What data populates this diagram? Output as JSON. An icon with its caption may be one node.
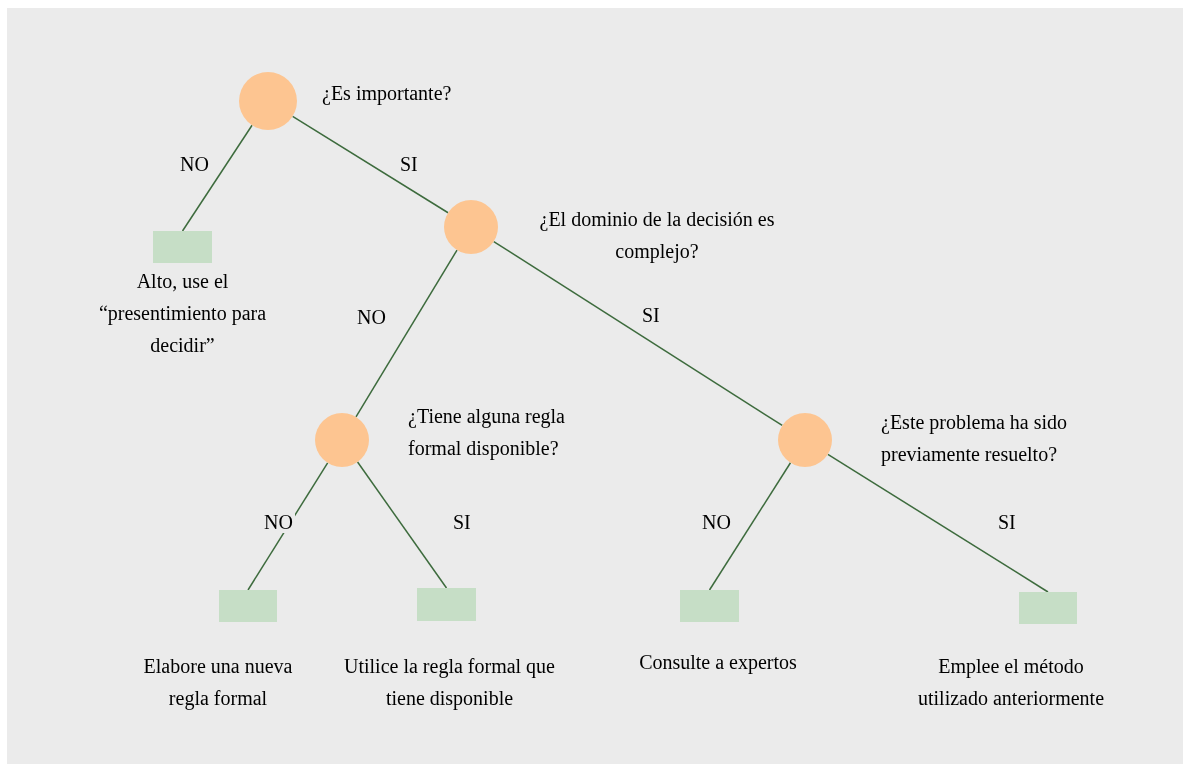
{
  "diagram": {
    "nodes": [
      {
        "text": [
          "¿Es importante?"
        ]
      },
      {
        "text": [
          "Alto, use el “presentimiento para decidir”"
        ]
      },
      {
        "text": [
          "¿El dominio de la decisión es complejo?"
        ]
      },
      {
        "text": [
          "¿Tiene alguna regla formal disponible?"
        ]
      },
      {
        "text": [
          "¿Este problema ha sido previamente resuelto?"
        ]
      },
      {
        "text": [
          "Elabore una nueva regla formal"
        ]
      },
      {
        "text": [
          "Utilice la regla formal que tiene disponible"
        ]
      },
      {
        "text": [
          "Consulte a expertos"
        ]
      },
      {
        "text": [
          "Emplee el método utilizado anteriormente"
        ]
      }
    ],
    "edges": [
      {
        "from": 0,
        "to": 1,
        "arrow": "none",
        "label": "NO"
      },
      {
        "from": 0,
        "to": 2,
        "arrow": "none",
        "label": "SI"
      },
      {
        "from": 2,
        "to": 3,
        "arrow": "none",
        "label": "NO"
      },
      {
        "from": 2,
        "to": 4,
        "arrow": "none",
        "label": "SI"
      },
      {
        "from": 3,
        "to": 5,
        "arrow": "none",
        "label": "NO"
      },
      {
        "from": 3,
        "to": 6,
        "arrow": "none",
        "label": "SI"
      },
      {
        "from": 4,
        "to": 7,
        "arrow": "none",
        "label": "NO"
      },
      {
        "from": 4,
        "to": 8,
        "arrow": "none",
        "label": "SI"
      }
    ]
  }
}
